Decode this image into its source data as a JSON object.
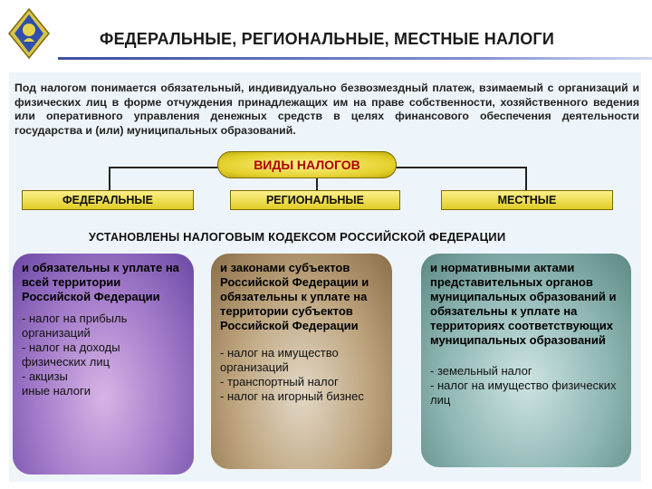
{
  "header": {
    "title": "ФЕДЕРАЛЬНЫЕ,  РЕГИОНАЛЬНЫЕ, МЕСТНЫЕ НАЛОГИ"
  },
  "definition": {
    "prefix": "Под ",
    "term": "налогом",
    "text": " понимается обязательный, индивидуально безвозмездный платеж, взимаемый с организаций и физических лиц в форме отчуждения принадлежащих им на праве собственности, хозяйственного ведения или оперативного управления денежных средств в целях финансового обеспечения деятельности государства и (или) муниципальных образований."
  },
  "types_label": "ВИДЫ НАЛОГОВ",
  "categories": {
    "federal": "ФЕДЕРАЛЬНЫЕ",
    "regional": "РЕГИОНАЛЬНЫЕ",
    "local": "МЕСТНЫЕ"
  },
  "established": {
    "part1": "УСТАНОВЛЕНЫ ",
    "part2": "НАЛОГОВЫМ КОДЕКСОМ РОССИЙСКОЙ ФЕДЕРАЦИИ"
  },
  "columns": {
    "federal": {
      "lead": "и обязательны к уплате на всей территории Российской Федерации",
      "items": [
        "- налог на прибыль организаций",
        "- налог на доходы физических лиц",
        "- акцизы",
        "  иные налоги"
      ]
    },
    "regional": {
      "lead": "и законами субъектов Российской Федерации и обязательны к уплате на территории субъектов Российской Федерации",
      "items": [
        "- налог на имущество организаций",
        "- транспортный налог",
        "- налог на игорный бизнес"
      ]
    },
    "local": {
      "lead": "и нормативными актами представительных органов муниципальных образований и обязательны к уплате на территориях соответствующих муниципальных образований",
      "items": [
        "- земельный налог",
        "- налог на имущество физических лиц"
      ]
    }
  },
  "colors": {
    "accent_red": "#b00000",
    "pill_yellow": "#e4d02a",
    "federal": "#a078c8",
    "regional": "#bba27b",
    "local": "#8fb7b3"
  }
}
